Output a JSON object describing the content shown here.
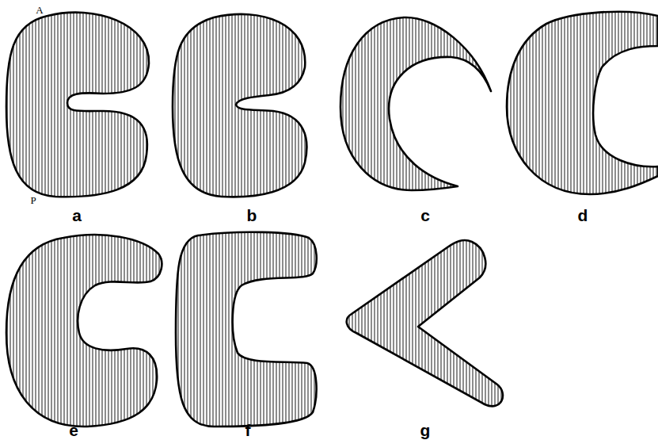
{
  "diagram": {
    "labels": [
      "A",
      "P",
      "a",
      "b",
      "c",
      "d",
      "e",
      "f",
      "g"
    ]
  }
}
